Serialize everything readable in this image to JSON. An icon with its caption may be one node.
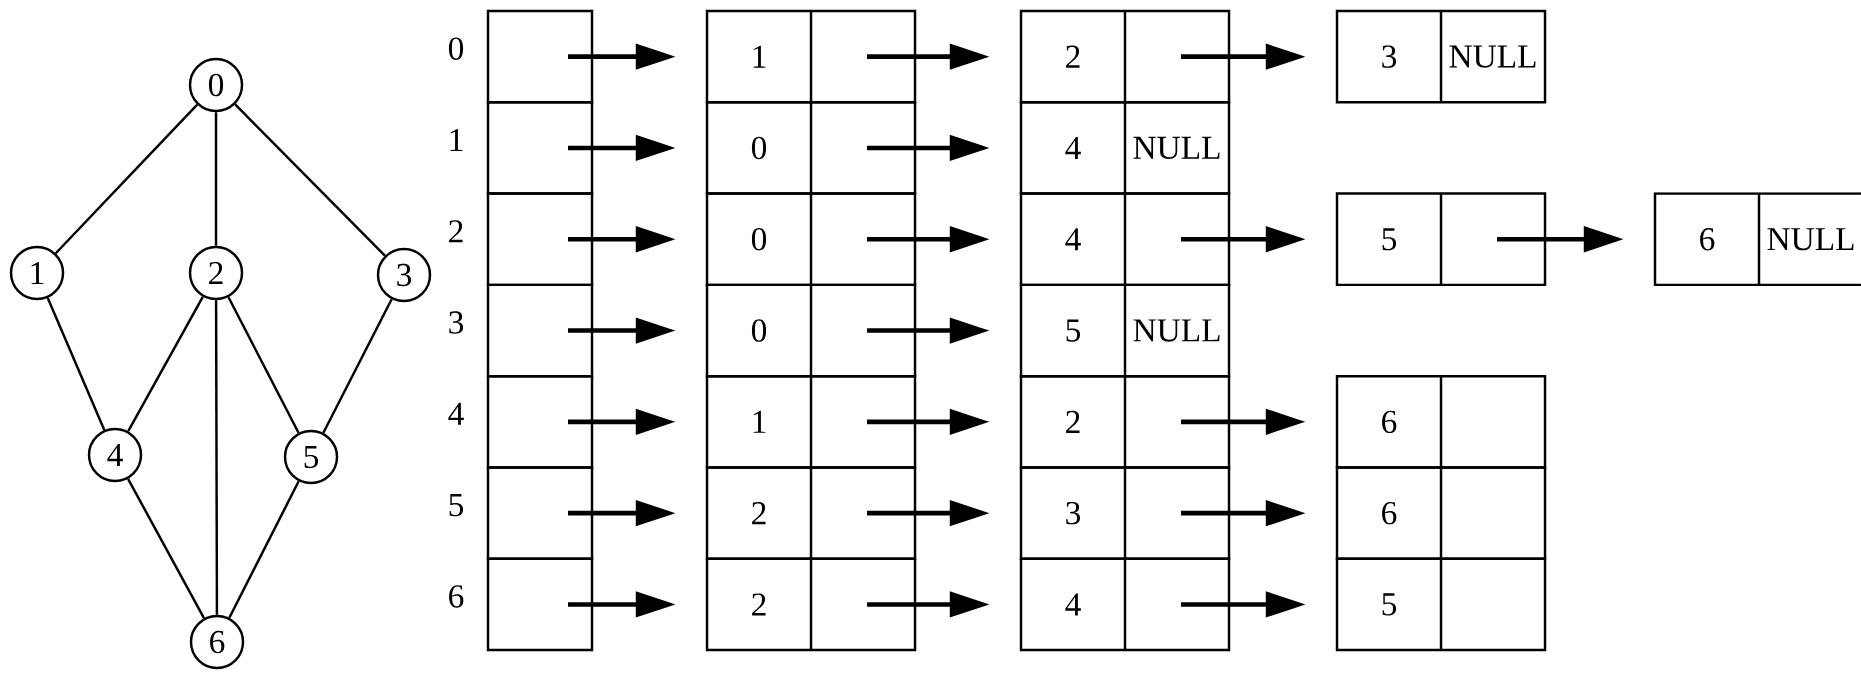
{
  "diagram": {
    "nodes": [
      {
        "text": [
          "0"
        ]
      },
      {
        "text": [
          "1"
        ]
      },
      {
        "text": [
          "2"
        ]
      },
      {
        "text": [
          "3"
        ]
      },
      {
        "text": [
          "4"
        ]
      },
      {
        "text": [
          "5"
        ]
      },
      {
        "text": [
          "6"
        ]
      },
      {
        "text": [],
        "shape": "box",
        "beside": [
          "0"
        ]
      },
      {
        "text": [],
        "shape": "box",
        "beside": [
          "1"
        ]
      },
      {
        "text": [],
        "shape": "box",
        "beside": [
          "2"
        ]
      },
      {
        "text": [],
        "shape": "box",
        "beside": [
          "3"
        ]
      },
      {
        "text": [],
        "shape": "box",
        "beside": [
          "4"
        ]
      },
      {
        "text": [],
        "shape": "box",
        "beside": [
          "5"
        ]
      },
      {
        "text": [],
        "shape": "box",
        "beside": [
          "6"
        ]
      },
      {
        "text": [
          "1"
        ]
      },
      {
        "text": [
          "2"
        ]
      },
      {
        "text": [
          "3",
          "NULL"
        ]
      },
      {
        "text": [
          "0"
        ]
      },
      {
        "text": [
          "4",
          "NULL"
        ]
      },
      {
        "text": [
          "0"
        ]
      },
      {
        "text": [
          "4"
        ]
      },
      {
        "text": [
          "5"
        ]
      },
      {
        "text": [
          "6",
          "NULL"
        ]
      },
      {
        "text": [
          "0"
        ]
      },
      {
        "text": [
          "5",
          "NULL"
        ]
      },
      {
        "text": [
          "1"
        ]
      },
      {
        "text": [
          "2"
        ]
      },
      {
        "text": [
          "6"
        ]
      },
      {
        "text": [
          "2"
        ]
      },
      {
        "text": [
          "3"
        ]
      },
      {
        "text": [
          "6"
        ]
      },
      {
        "text": [
          "2"
        ]
      },
      {
        "text": [
          "4"
        ]
      },
      {
        "text": [
          "5"
        ]
      }
    ],
    "edges": [
      {
        "from": 0,
        "to": 1,
        "arrow": "none"
      },
      {
        "from": 0,
        "to": 2,
        "arrow": "none"
      },
      {
        "from": 0,
        "to": 3,
        "arrow": "none"
      },
      {
        "from": 1,
        "to": 4,
        "arrow": "none"
      },
      {
        "from": 2,
        "to": 4,
        "arrow": "none"
      },
      {
        "from": 2,
        "to": 6,
        "arrow": "none"
      },
      {
        "from": 2,
        "to": 5,
        "arrow": "none"
      },
      {
        "from": 3,
        "to": 5,
        "arrow": "none"
      },
      {
        "from": 4,
        "to": 6,
        "arrow": "none"
      },
      {
        "from": 5,
        "to": 6,
        "arrow": "none"
      },
      {
        "from": 7,
        "to": 14,
        "arrow": "to"
      },
      {
        "from": 14,
        "to": 15,
        "arrow": "to"
      },
      {
        "from": 15,
        "to": 16,
        "arrow": "to"
      },
      {
        "from": 8,
        "to": 17,
        "arrow": "to"
      },
      {
        "from": 17,
        "to": 18,
        "arrow": "to"
      },
      {
        "from": 9,
        "to": 19,
        "arrow": "to"
      },
      {
        "from": 19,
        "to": 20,
        "arrow": "to"
      },
      {
        "from": 20,
        "to": 21,
        "arrow": "to"
      },
      {
        "from": 21,
        "to": 22,
        "arrow": "to"
      },
      {
        "from": 10,
        "to": 23,
        "arrow": "to"
      },
      {
        "from": 23,
        "to": 24,
        "arrow": "to"
      },
      {
        "from": 11,
        "to": 25,
        "arrow": "to"
      },
      {
        "from": 25,
        "to": 26,
        "arrow": "to"
      },
      {
        "from": 26,
        "to": 27,
        "arrow": "to"
      },
      {
        "from": 12,
        "to": 28,
        "arrow": "to"
      },
      {
        "from": 28,
        "to": 29,
        "arrow": "to"
      },
      {
        "from": 29,
        "to": 30,
        "arrow": "to"
      },
      {
        "from": 13,
        "to": 31,
        "arrow": "to"
      },
      {
        "from": 31,
        "to": 32,
        "arrow": "to"
      },
      {
        "from": 32,
        "to": 33,
        "arrow": "to"
      }
    ]
  }
}
